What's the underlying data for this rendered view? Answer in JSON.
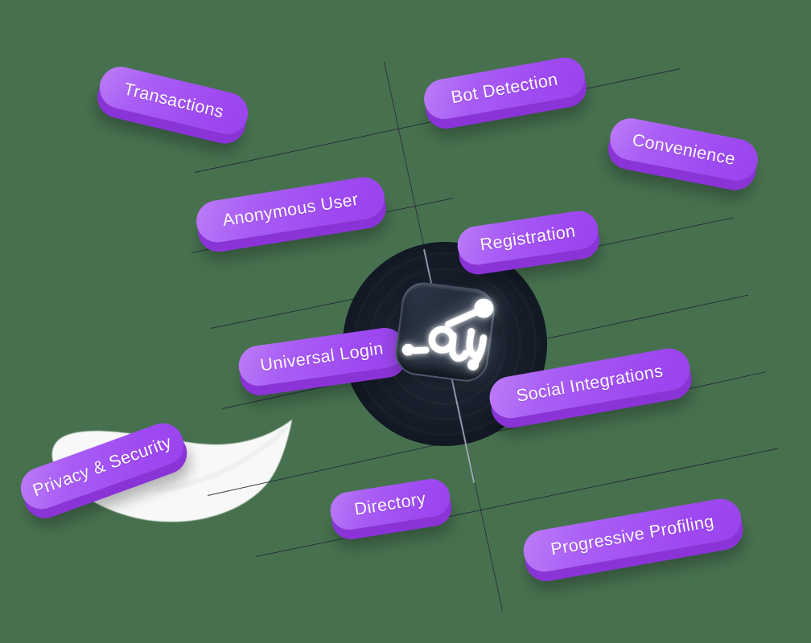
{
  "illustration": {
    "title": "Identity features illustration",
    "center_icon": {
      "name": "au-app-icon",
      "monogram": "au"
    }
  },
  "badges": [
    {
      "label": "Transactions"
    },
    {
      "label": "Bot Detection"
    },
    {
      "label": "Convenience"
    },
    {
      "label": "Anonymous User"
    },
    {
      "label": "Registration"
    },
    {
      "label": "Universal Login"
    },
    {
      "label": "Social Integrations"
    },
    {
      "label": "Privacy & Security"
    },
    {
      "label": "Directory"
    },
    {
      "label": "Progressive Profiling"
    }
  ],
  "colors": {
    "background": "#47714e",
    "badge_face": "#a75cf5",
    "badge_side": "#8a34d8",
    "badge_text": "#fdfbff",
    "sketch_line": "#242c3b",
    "vertical_line_highlight": "#bac4d4",
    "blob": "#151b27",
    "icon_face": "#1f2735",
    "logo": "#ffffff",
    "feather": "#fdfdfd"
  }
}
